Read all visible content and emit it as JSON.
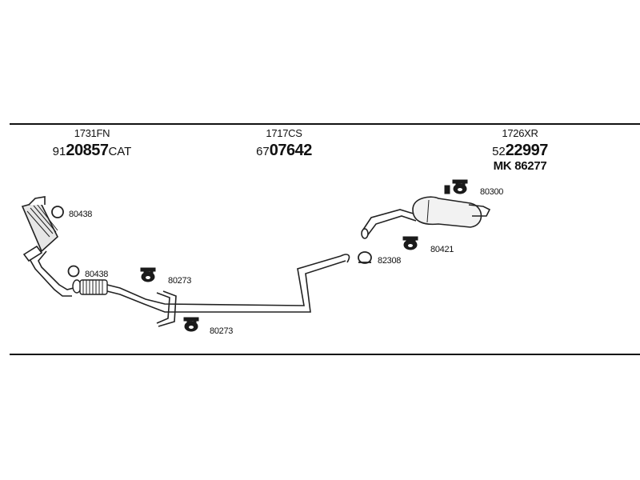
{
  "headers": [
    {
      "code": "1731FN",
      "pn_prefix": "91",
      "pn_bold": "20857",
      "pn_suffix": "CAT"
    },
    {
      "code": "1717CS",
      "pn_prefix": "67",
      "pn_bold": "07642",
      "pn_suffix": ""
    },
    {
      "code": "1726XR",
      "pn_prefix": "52",
      "pn_bold": "22997",
      "pn_suffix": "",
      "extra": "MK  86277"
    }
  ],
  "parts": {
    "clamp_top": "80438",
    "clamp_lower": "80438",
    "hanger_mid": "80273",
    "hanger_low": "80273",
    "ring_clamp": "82308",
    "hanger_muffler": "80421",
    "hanger_top_right": "80300"
  }
}
